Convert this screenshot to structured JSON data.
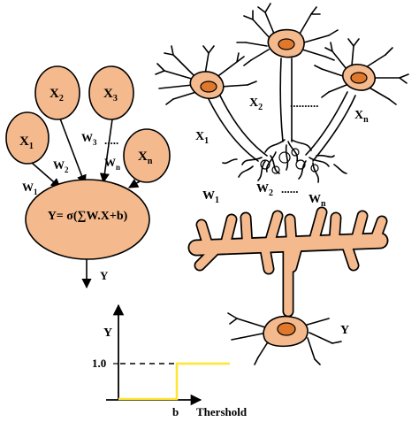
{
  "perceptron": {
    "inputs": [
      {
        "base": "X",
        "sub": "1"
      },
      {
        "base": "X",
        "sub": "2"
      },
      {
        "base": "X",
        "sub": "3"
      },
      {
        "base": "X",
        "sub": "n"
      }
    ],
    "weights": [
      {
        "base": "W",
        "sub": "1"
      },
      {
        "base": "W",
        "sub": "2"
      },
      {
        "base": "W",
        "sub": "3"
      },
      {
        "base": "W",
        "sub": "n"
      }
    ],
    "ellipsis": ".....",
    "formula": "Y= σ(∑W.X+b)",
    "output": "Y"
  },
  "biological": {
    "inputs": [
      {
        "base": "X",
        "sub": "1"
      },
      {
        "base": "X",
        "sub": "2"
      },
      {
        "base": "X",
        "sub": "n"
      }
    ],
    "weights": [
      {
        "base": "W",
        "sub": "1"
      },
      {
        "base": "W",
        "sub": "2"
      },
      {
        "base": "W",
        "sub": "n"
      }
    ],
    "dots_top": "..........",
    "dots_bottom": "......",
    "output": "Y"
  },
  "step_chart": {
    "y_axis_label": "Y",
    "y_tick_label": "1.0",
    "x_tick_label": "b",
    "x_axis_label": "Thershold",
    "line_color": "#ffe633"
  },
  "colors": {
    "node_fill": "#f4b98c",
    "nucleus_fill": "#e0782c",
    "outline": "#000000"
  }
}
